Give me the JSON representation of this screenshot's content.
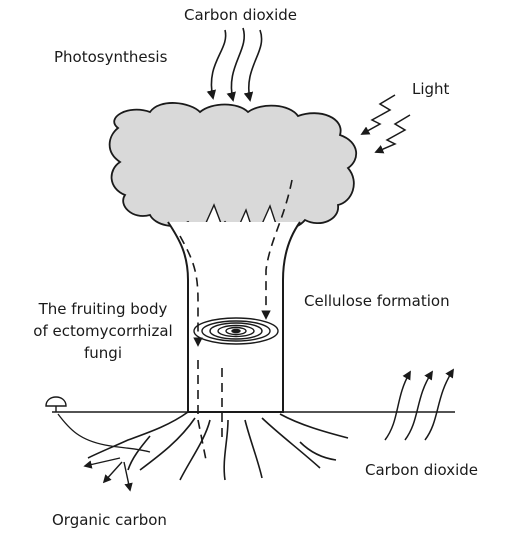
{
  "labels": {
    "carbon_dioxide_top": "Carbon dioxide",
    "photosynthesis": "Photosynthesis",
    "light": "Light",
    "fruiting_body_line1": "The fruiting body",
    "fruiting_body_line2": "of ectomycorrhizal",
    "fruiting_body_line3": "fungi",
    "cellulose_formation": "Cellulose formation",
    "carbon_dioxide_bottom": "Carbon dioxide",
    "organic_carbon": "Organic carbon"
  },
  "colors": {
    "ink": "#1a1a1a",
    "canopy_fill": "#d9d9d9"
  }
}
